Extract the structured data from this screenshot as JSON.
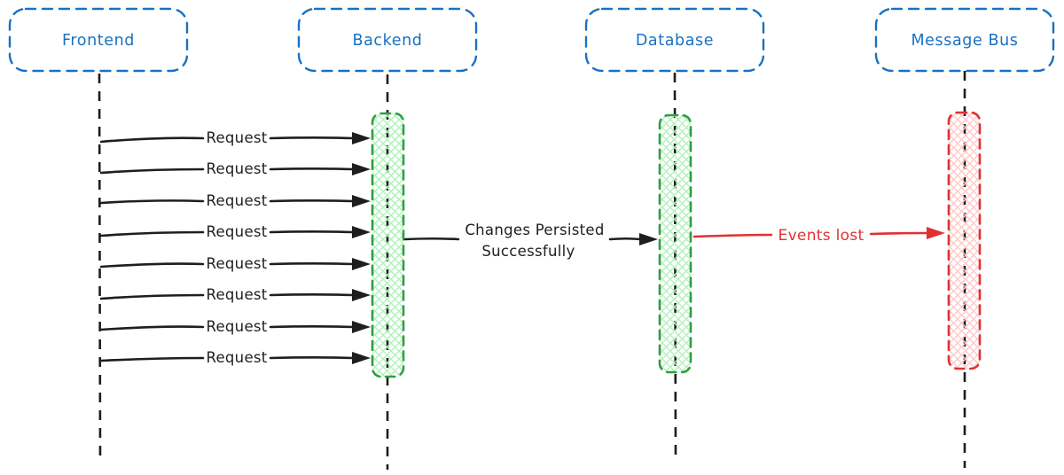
{
  "diagram": {
    "type": "sequence-diagram",
    "actors": [
      {
        "label": "Frontend"
      },
      {
        "label": "Backend"
      },
      {
        "label": "Database"
      },
      {
        "label": "Message Bus"
      }
    ],
    "messages": {
      "request_label": "Request",
      "request_count": 8,
      "persist_line1": "Changes Persisted",
      "persist_line2": "Successfully",
      "events_lost_label": "Events lost"
    },
    "colors": {
      "actor_blue": "#1971c2",
      "ink_black": "#1e1e1e",
      "activation_green": "#2f9e44",
      "activation_green_fill": "#b2f2bb",
      "error_red": "#e03131",
      "error_red_fill": "#ffc9c9"
    }
  }
}
